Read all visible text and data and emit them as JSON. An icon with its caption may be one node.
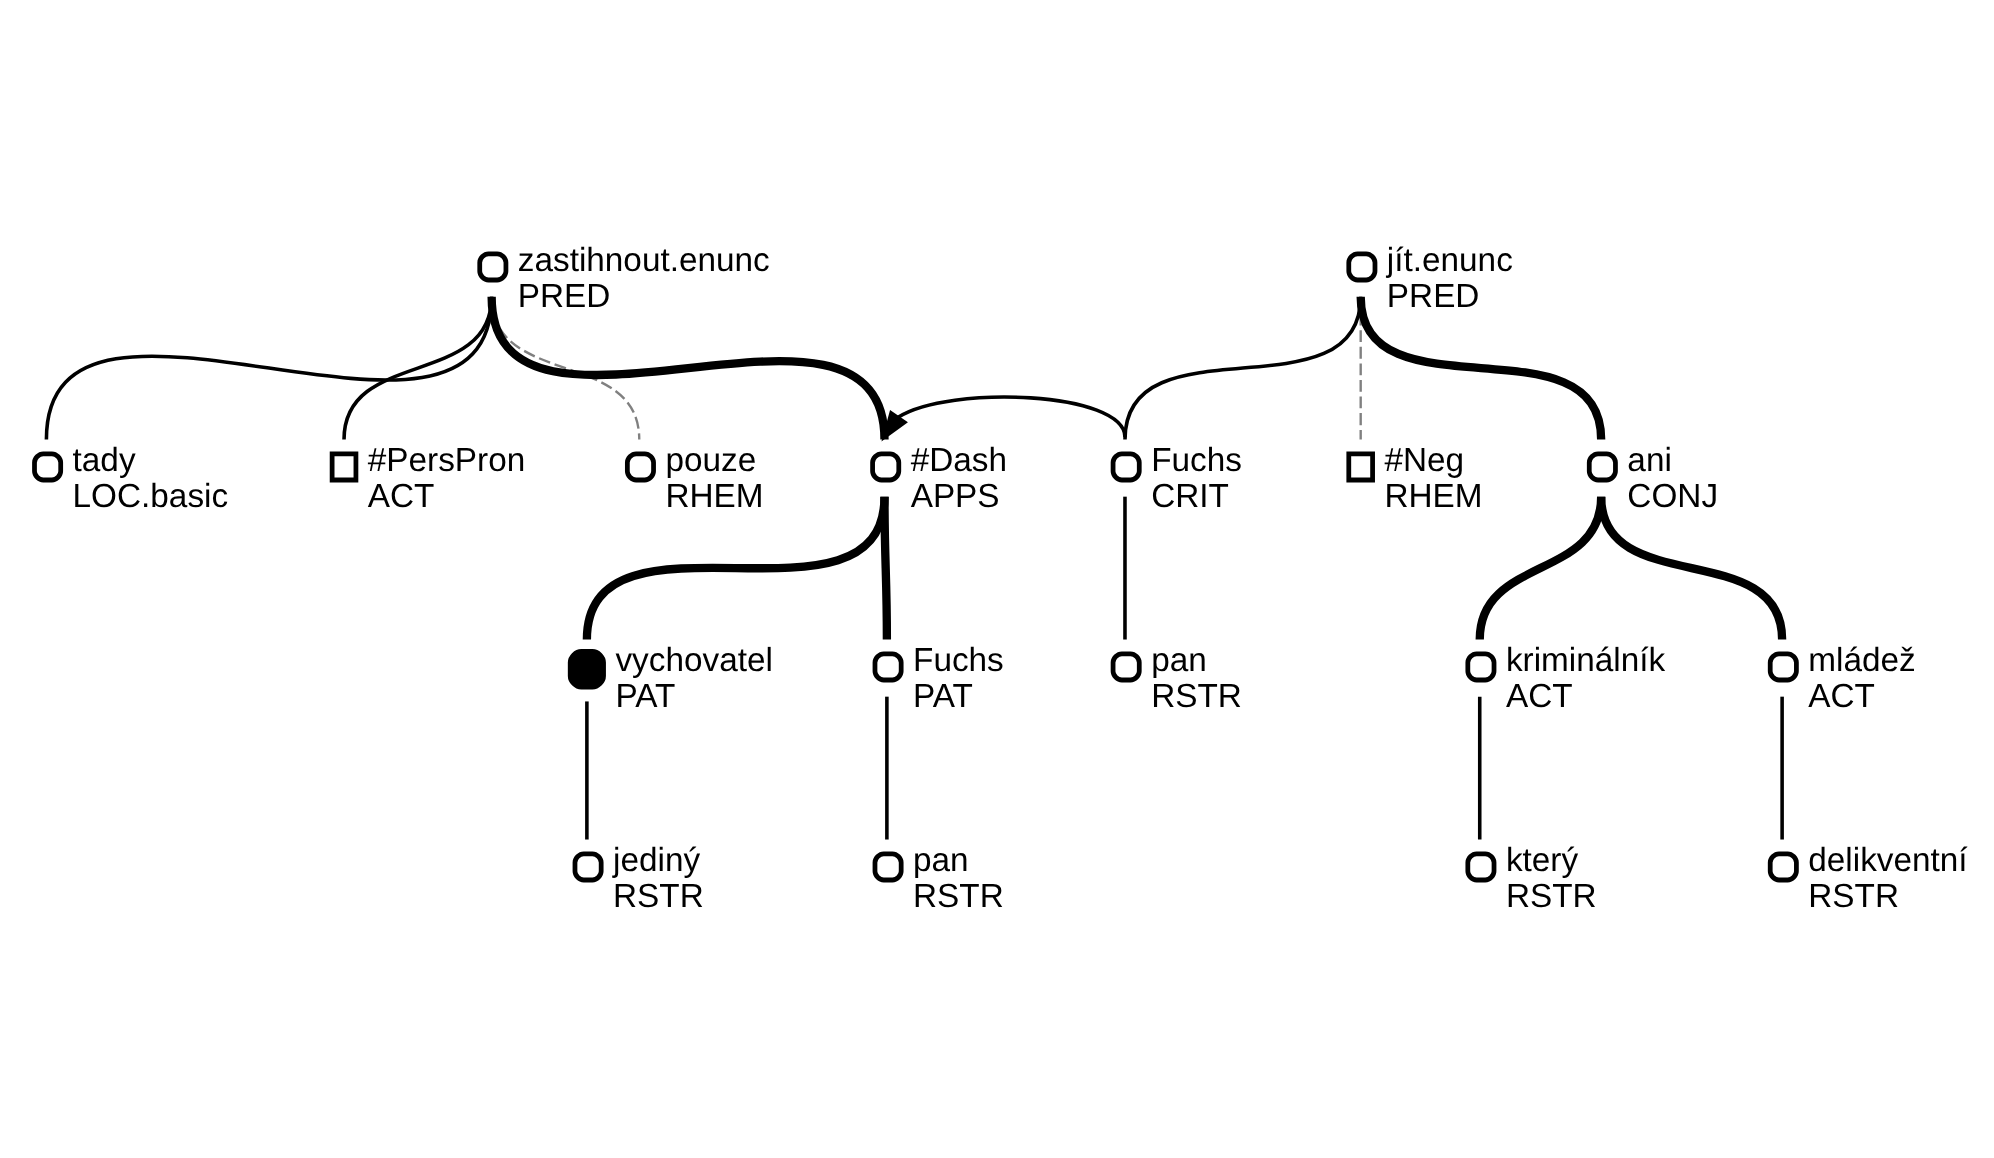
{
  "diagram": {
    "nodes": [
      {
        "text": [
          "zastihnout.enunc",
          "PRED"
        ]
      },
      {
        "text": [
          "jít.enunc",
          "PRED"
        ]
      },
      {
        "text": [
          "tady",
          "LOC.basic"
        ]
      },
      {
        "text": [
          "#PersPron",
          "ACT"
        ]
      },
      {
        "text": [
          "pouze",
          "RHEM"
        ]
      },
      {
        "text": [
          "#Dash",
          "APPS"
        ]
      },
      {
        "text": [
          "Fuchs",
          "CRIT"
        ]
      },
      {
        "text": [
          "#Neg",
          "RHEM"
        ]
      },
      {
        "text": [
          "ani",
          "CONJ"
        ]
      },
      {
        "text": [
          "vychovatel",
          "PAT"
        ]
      },
      {
        "text": [
          "Fuchs",
          "PAT"
        ]
      },
      {
        "text": [
          "pan",
          "RSTR"
        ]
      },
      {
        "text": [
          "kriminálník",
          "ACT"
        ]
      },
      {
        "text": [
          "mládež",
          "ACT"
        ]
      },
      {
        "text": [
          "jediný",
          "RSTR"
        ]
      },
      {
        "text": [
          "pan",
          "RSTR"
        ]
      },
      {
        "text": [
          "který",
          "RSTR"
        ]
      },
      {
        "text": [
          "delikventní",
          "RSTR"
        ]
      }
    ],
    "edges": [
      {
        "from": 0,
        "to": 2,
        "arrow": "none"
      },
      {
        "from": 0,
        "to": 3,
        "arrow": "none"
      },
      {
        "from": 0,
        "to": 4,
        "arrow": "none",
        "style": "dashed",
        "color": "#808080"
      },
      {
        "from": 0,
        "to": 5,
        "arrow": "none",
        "style": "thick"
      },
      {
        "from": 1,
        "to": 6,
        "arrow": "none"
      },
      {
        "from": 1,
        "to": 7,
        "arrow": "none",
        "style": "dashed",
        "color": "#808080"
      },
      {
        "from": 1,
        "to": 8,
        "arrow": "none",
        "style": "thick"
      },
      {
        "from": 6,
        "to": 5,
        "arrow": "to"
      },
      {
        "from": 5,
        "to": 9,
        "arrow": "none",
        "style": "thick"
      },
      {
        "from": 5,
        "to": 10,
        "arrow": "none",
        "style": "thick"
      },
      {
        "from": 6,
        "to": 11,
        "arrow": "none"
      },
      {
        "from": 8,
        "to": 12,
        "arrow": "none",
        "style": "thick"
      },
      {
        "from": 8,
        "to": 13,
        "arrow": "none",
        "style": "thick"
      },
      {
        "from": 9,
        "to": 14,
        "arrow": "none"
      },
      {
        "from": 10,
        "to": 15,
        "arrow": "none"
      },
      {
        "from": 12,
        "to": 16,
        "arrow": "none"
      },
      {
        "from": 13,
        "to": 17,
        "arrow": "none"
      }
    ]
  }
}
